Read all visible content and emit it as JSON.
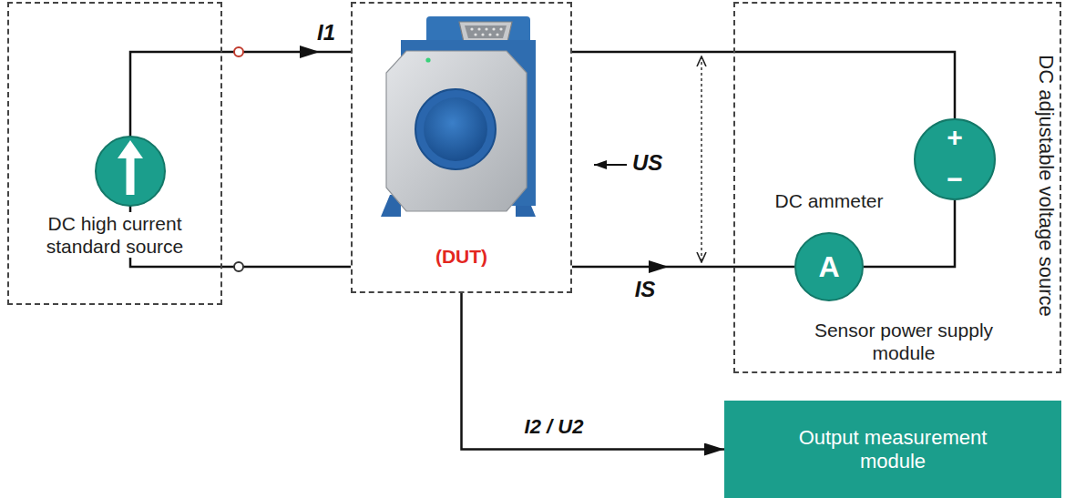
{
  "diagram": {
    "nodes": [
      {
        "text": [
          "DC high current standard source"
        ]
      },
      {
        "text": [
          "(DUT)"
        ]
      },
      {
        "text": [
          "DC adjustable voltage source",
          "Sensor power supply module"
        ]
      },
      {
        "text": [
          "+",
          "−"
        ],
        "in": 2
      },
      {
        "text": [
          "DC ammeter",
          "A"
        ],
        "in": 2
      },
      {
        "text": [
          "Output measurement module"
        ]
      }
    ],
    "edges": [
      {
        "from": 0,
        "to": 1,
        "arrow": "to",
        "label": "I1"
      },
      {
        "from": 0,
        "to": 1,
        "arrow": "none"
      },
      {
        "from": 1,
        "to": 3,
        "arrow": "none"
      },
      {
        "from": 1,
        "to": 4,
        "arrow": "to",
        "label": "IS"
      },
      {
        "from": 4,
        "to": 3,
        "arrow": "none"
      },
      {
        "from": 1,
        "to": 5,
        "arrow": "to",
        "label": "I2 / U2"
      }
    ],
    "labels": [
      "US"
    ]
  }
}
